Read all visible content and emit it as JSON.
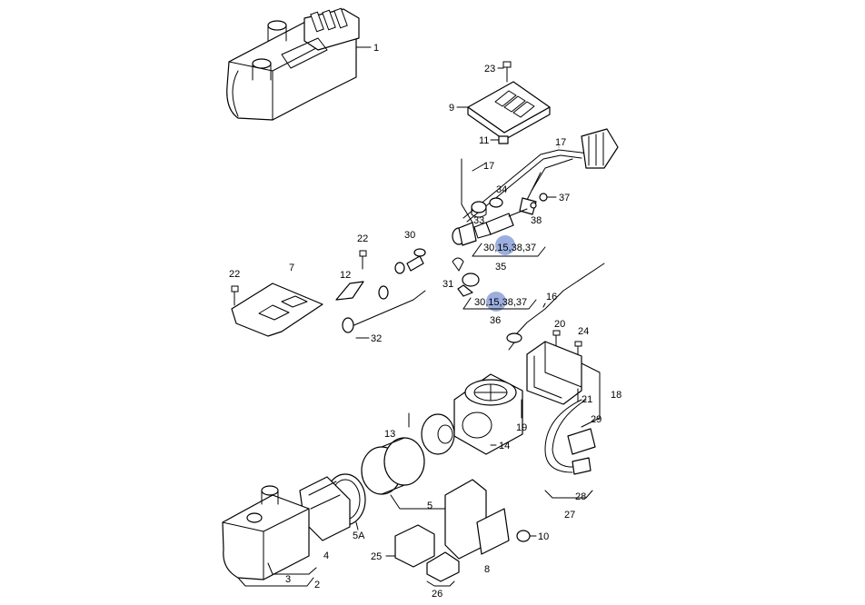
{
  "labels": {
    "l1": "1",
    "l2": "2",
    "l3": "3",
    "l4": "4",
    "l5": "5",
    "l5a": "5A",
    "l7": "7",
    "l8": "8",
    "l9": "9",
    "l10": "10",
    "l11": "11",
    "l12": "12",
    "l13": "13",
    "l14": "14",
    "l16": "16",
    "l17a": "17",
    "l17b": "17",
    "l18": "18",
    "l19": "19",
    "l20": "20",
    "l21": "21",
    "l22a": "22",
    "l22b": "22",
    "l23": "23",
    "l24": "24",
    "l25": "25",
    "l26": "26",
    "l27": "27",
    "l28": "28",
    "l29": "29",
    "l30a": "30",
    "l31": "31",
    "l32": "32",
    "l33": "33",
    "l34": "34",
    "l35": "35",
    "l36": "36",
    "l37": "37",
    "l38": "38",
    "group35": "30,15,38,37",
    "group36": "30,15,38,37"
  },
  "hotspot_color": "#8aa0d8"
}
